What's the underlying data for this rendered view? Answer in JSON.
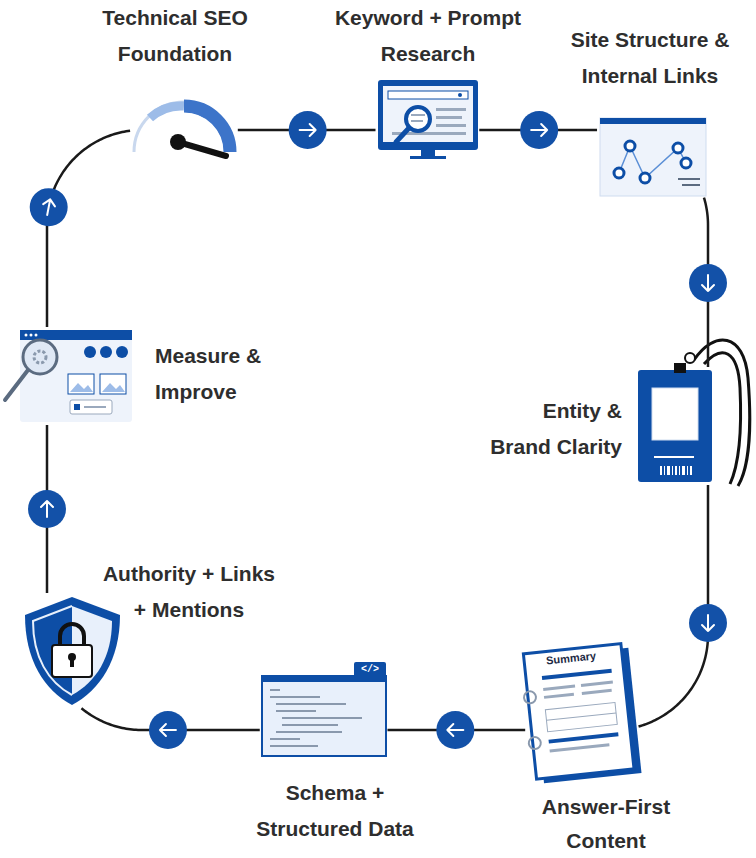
{
  "diagram": {
    "nodes": [
      {
        "text": [
          "Technical SEO Foundation"
        ]
      },
      {
        "text": [
          "Keyword + Prompt Research"
        ]
      },
      {
        "text": [
          "Site Structure & Internal Links"
        ]
      },
      {
        "text": [
          "Entity & Brand Clarity"
        ]
      },
      {
        "text": [
          "Answer-First Content"
        ]
      },
      {
        "text": [
          "Schema + Structured Data"
        ]
      },
      {
        "text": [
          "Authority + Links + Mentions"
        ]
      },
      {
        "text": [
          "Measure & Improve"
        ]
      }
    ],
    "edges": [
      {
        "from": 0,
        "to": 1,
        "arrow": "to"
      },
      {
        "from": 1,
        "to": 2,
        "arrow": "to"
      },
      {
        "from": 2,
        "to": 3,
        "arrow": "to"
      },
      {
        "from": 3,
        "to": 4,
        "arrow": "to"
      },
      {
        "from": 4,
        "to": 5,
        "arrow": "to"
      },
      {
        "from": 5,
        "to": 6,
        "arrow": "to"
      },
      {
        "from": 6,
        "to": 7,
        "arrow": "to"
      },
      {
        "from": 7,
        "to": 0,
        "arrow": "to"
      }
    ],
    "labels": [
      "Summary",
      "</>"
    ]
  }
}
